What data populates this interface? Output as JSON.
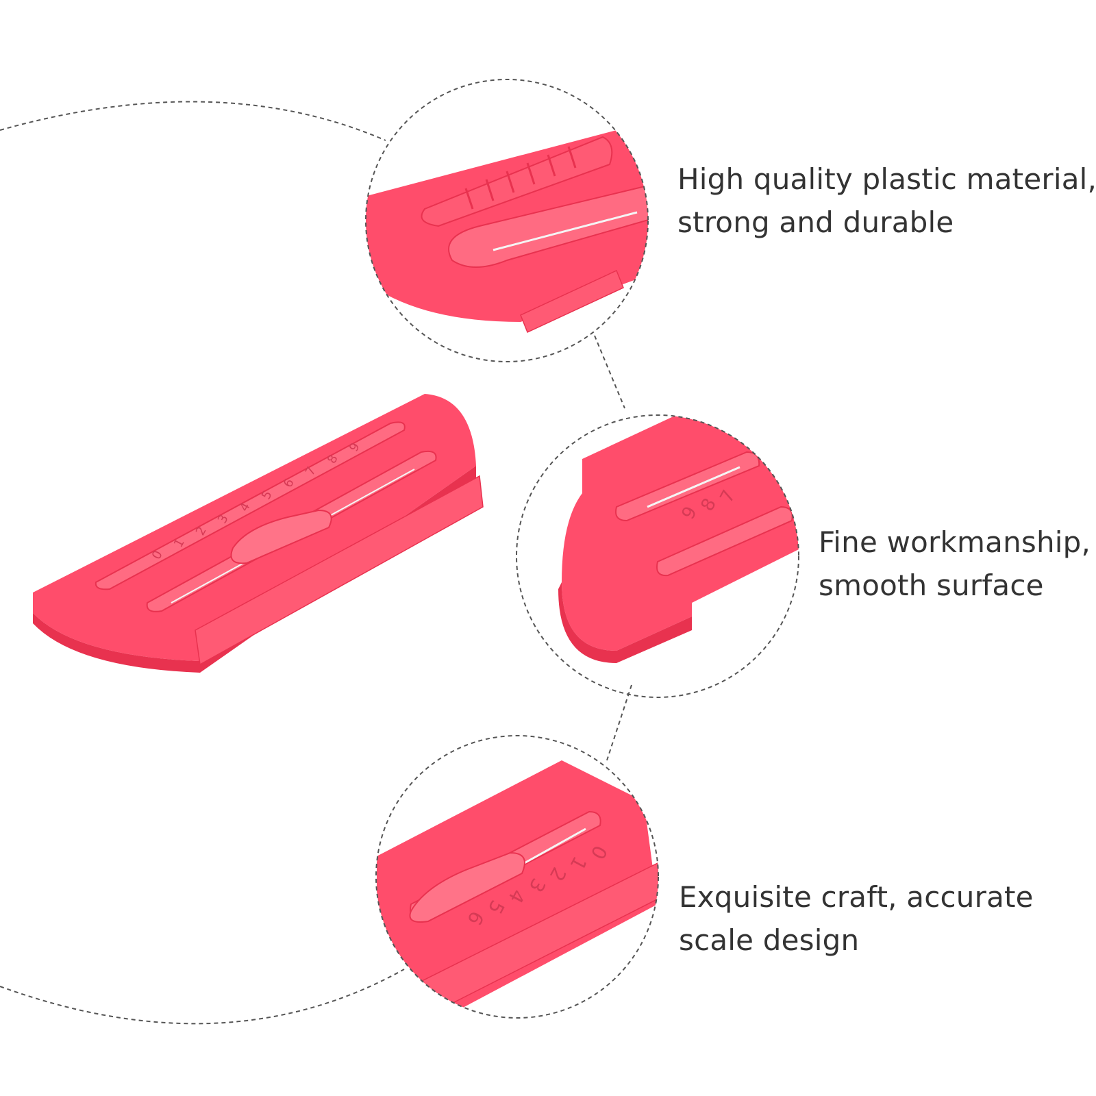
{
  "colors": {
    "product": "#ff4d6b",
    "product_light": "#ff7388",
    "product_dark": "#e8324f",
    "dash": "#555555",
    "text": "#333333"
  },
  "features": [
    {
      "line1": "High quality plastic material,",
      "line2": "strong and durable"
    },
    {
      "line1": "Fine workmanship,",
      "line2": "smooth surface"
    },
    {
      "line1": "Exquisite craft, accurate",
      "line2": "scale design"
    }
  ],
  "gauge": {
    "scale_main": [
      "0",
      "1",
      "2",
      "3",
      "4",
      "5",
      "6",
      "7",
      "8",
      "9"
    ],
    "scale_detail2": [
      "9",
      "8",
      "7"
    ],
    "scale_detail3": [
      "0",
      "1",
      "2",
      "3",
      "4",
      "5",
      "6"
    ]
  }
}
